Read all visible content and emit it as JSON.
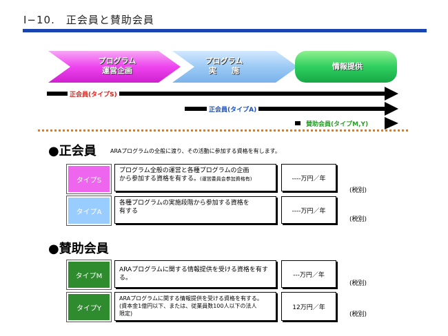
{
  "header": {
    "title": "Ⅰ−10.　正会員と賛助会員"
  },
  "process": {
    "step1": [
      "プログラム",
      "運営企画"
    ],
    "step2": [
      "プログラム",
      "実　　施"
    ],
    "step3": "情報提供"
  },
  "arrows": [
    {
      "label": "正会員(タイプS)",
      "color": "#e0201b"
    },
    {
      "label": "正会員(タイプA)",
      "color": "#1a4fc0"
    },
    {
      "label": "賛助会員(タイプM,Y)",
      "color": "#2a9a2a"
    }
  ],
  "regular": {
    "heading": "●正会員",
    "note": "ARAプログラムの全般に渡り、その活動に参加する資格を有します。",
    "rows": [
      {
        "type": "タイプS",
        "color": "#ee66ee",
        "desc1": "プログラム全般の運営と各種プログラムの企画",
        "desc2": "から参加する資格を有する。",
        "desc_small": "(運営委員会参加資格有)",
        "price": "----万円／年",
        "tax": "(税別)"
      },
      {
        "type": "タイプA",
        "color": "#99ccff",
        "desc1": "各種プログラムの実施段階から参加する資格を",
        "desc2": "有する",
        "desc_small": "",
        "price": "----万円／年",
        "tax": "(税別)"
      }
    ]
  },
  "supporting": {
    "heading": "●賛助会員",
    "rows": [
      {
        "type": "タイプM",
        "color": "#2e8b2e",
        "desc1": "ARAプログラムに関する情報提供を受ける資格を有する。",
        "desc2": "",
        "desc3": "",
        "price": "---万円／年",
        "tax": "(税別)"
      },
      {
        "type": "タイプY",
        "color": "#2e8b2e",
        "desc1": "ARAプログラムに関する情報提供を受ける資格を有する。",
        "desc2": "(資本金1億円以下、または、従業員数100人以下の法人",
        "desc3": "限定)",
        "price": "12万円／年",
        "tax": "(税別)"
      }
    ]
  }
}
